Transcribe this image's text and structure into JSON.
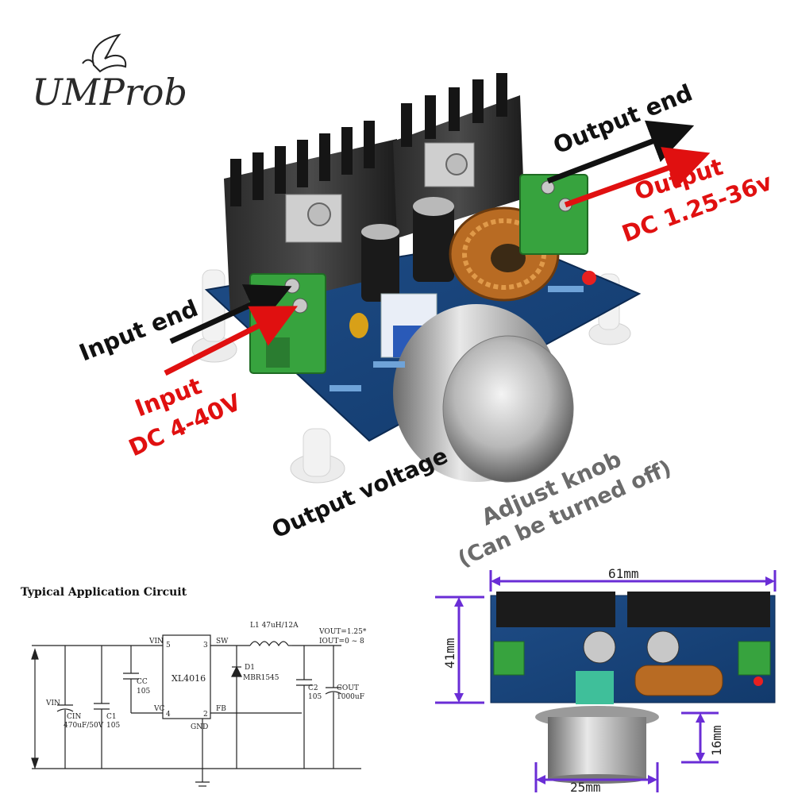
{
  "brand": {
    "name": "UMProb"
  },
  "main_photo": {
    "callouts": {
      "input_end": "Input end",
      "input_line1": "Input",
      "input_line2": "DC 4-40V",
      "output_end": "Output end",
      "output_line1": "Output",
      "output_line2": "DC 1.25-36v",
      "output_voltage": "Output voltage",
      "adjust_line1": "Adjust knob",
      "adjust_line2": "(Can be turned off)"
    },
    "colors": {
      "arrow_black": "#111111",
      "arrow_red": "#e01010",
      "label_gray": "#6b6b6b"
    }
  },
  "circuit": {
    "title": "Typical Application Circuit",
    "labels": {
      "vin_pin": "VIN",
      "pin5": "5",
      "pin3": "3",
      "sw": "SW",
      "chip": "XL4016",
      "vc": "VC",
      "pin4": "4",
      "pin2": "2",
      "fb": "FB",
      "gnd": "GND",
      "cc": "CC",
      "cc_val": "105",
      "l1": "L1  47uH/12A",
      "d1": "D1",
      "d1_val": "MBR1545",
      "vout1": "VOUT=1.25*",
      "vout2": "IOUT=0 ~ 8",
      "vin": "VIN",
      "cin": "CIN",
      "cin_val": "470uF/50V",
      "c1": "C1",
      "c1_val": "105",
      "c2": "C2",
      "c2_val": "105",
      "cout": "COUT",
      "cout_val": "1000uF"
    }
  },
  "dimensions": {
    "width": "61mm",
    "height": "41mm",
    "knob_height": "16mm",
    "knob_width": "25mm",
    "color": "#6a2dd6"
  }
}
